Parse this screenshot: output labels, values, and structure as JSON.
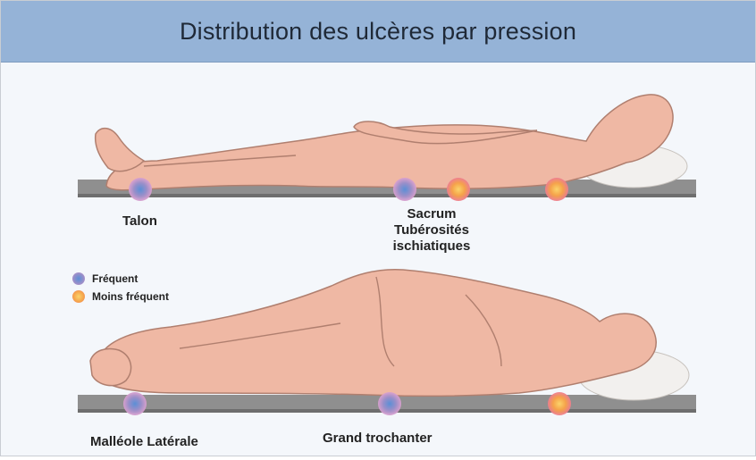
{
  "title": "Distribution des ulcères par pression",
  "labels": {
    "heel": "Talon",
    "sacrum": "Sacrum",
    "ischial": "Tubérosités",
    "ischial2": "ischiatiques",
    "malleolus": "Malléole Latérale",
    "trochanter": "Grand trochanter"
  },
  "legend": [
    {
      "label": "Fréquent",
      "color": "#9a8fc9"
    },
    {
      "label": "Moins fréquent",
      "color": "#f4a24a"
    }
  ],
  "colors": {
    "skin": "#efb8a4",
    "skin_outline": "#b07f6f",
    "mattress": "#8c8c8c",
    "pillow": "#f2f0ee",
    "frequent_core": "#5b8fd6",
    "frequent_ring": "#c79ad0",
    "less_frequent_core": "#f6b34f",
    "less_frequent_ring": "#f37d8d"
  }
}
